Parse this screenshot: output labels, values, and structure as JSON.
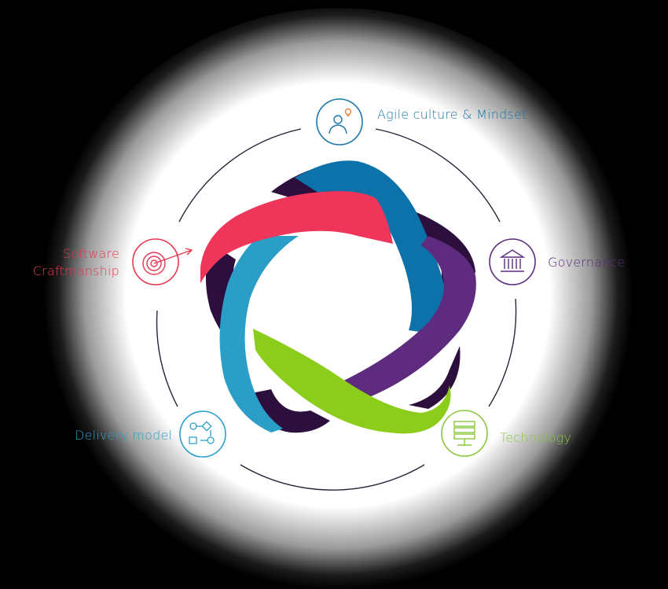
{
  "diagram": {
    "center_logo": "interwoven-ribbon-logo",
    "nodes": [
      {
        "id": "agile",
        "label": "Agile culture & Mindset",
        "icon": "person-lightbulb-icon",
        "color": "#1b77a8"
      },
      {
        "id": "governance",
        "label": "Governance",
        "icon": "institution-building-icon",
        "color": "#5b2d7e"
      },
      {
        "id": "technology",
        "label": "Technology",
        "icon": "server-rack-icon",
        "color": "#8cc63f"
      },
      {
        "id": "delivery",
        "label": "Delivery model",
        "icon": "process-flow-icon",
        "color": "#2aa0c8"
      },
      {
        "id": "craft",
        "label_lines": [
          "Software",
          "Craftmanship"
        ],
        "icon": "target-arrow-icon",
        "color": "#e8364f"
      }
    ],
    "ribbon_colors": {
      "red": "#f0355a",
      "blue": "#0d72a9",
      "purple": "#5e2b7e",
      "green": "#8ccd1c",
      "cyan": "#2a9ec6",
      "shadow": "#2c0f3d"
    },
    "ring_color": "#2a2438",
    "background": "#000000",
    "glow": "#ffffff"
  }
}
